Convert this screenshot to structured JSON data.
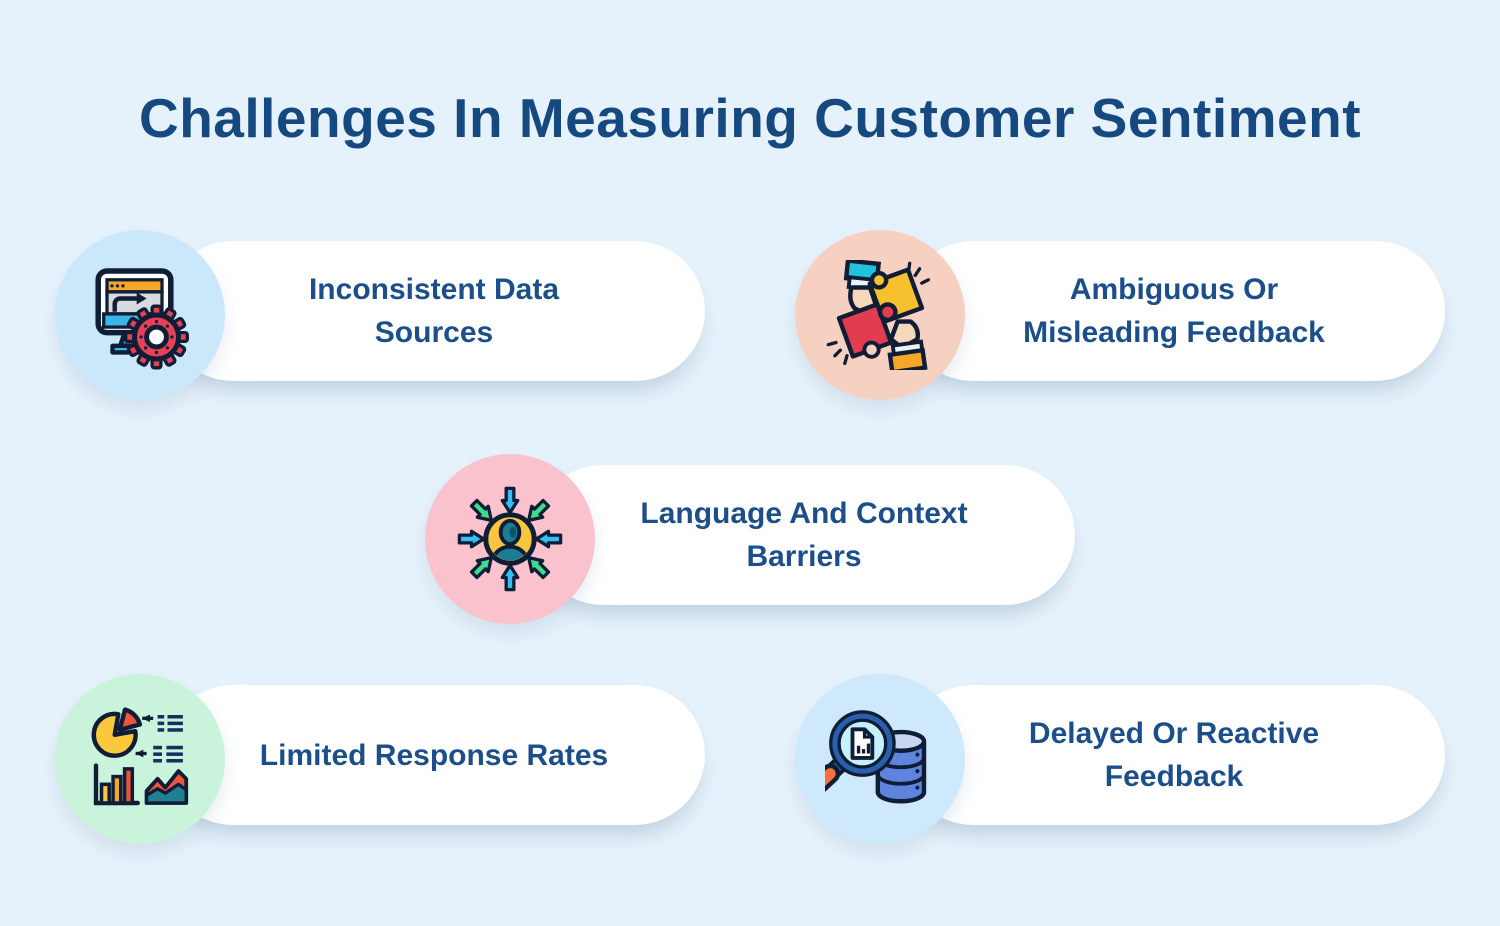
{
  "page": {
    "title": "Challenges In Measuring Customer Sentiment",
    "background_color": "#e6f2fb",
    "title_color": "#15497f",
    "label_color": "#1c4f8a",
    "pill_color": "#ffffff"
  },
  "items": [
    {
      "label": "Inconsistent Data Sources",
      "label_lines": [
        "Inconsistent Data",
        "Sources"
      ],
      "icon": "monitor-gear-icon",
      "circle_color": "#cbe7fa"
    },
    {
      "label": "Ambiguous Or Misleading Feedback",
      "label_lines": [
        "Ambiguous Or",
        "Misleading Feedback"
      ],
      "icon": "puzzle-hands-icon",
      "circle_color": "#f6d0c0"
    },
    {
      "label": "Language And Context Barriers",
      "label_lines": [
        "Language And Context",
        "Barriers"
      ],
      "icon": "person-arrows-icon",
      "circle_color": "#f9c2cc"
    },
    {
      "label": "Limited Response Rates",
      "label_lines": [
        "Limited Response Rates"
      ],
      "icon": "charts-icon",
      "circle_color": "#c9f3da"
    },
    {
      "label": "Delayed Or Reactive Feedback",
      "label_lines": [
        "Delayed Or Reactive",
        "Feedback"
      ],
      "icon": "search-database-icon",
      "circle_color": "#cde9fb"
    }
  ]
}
